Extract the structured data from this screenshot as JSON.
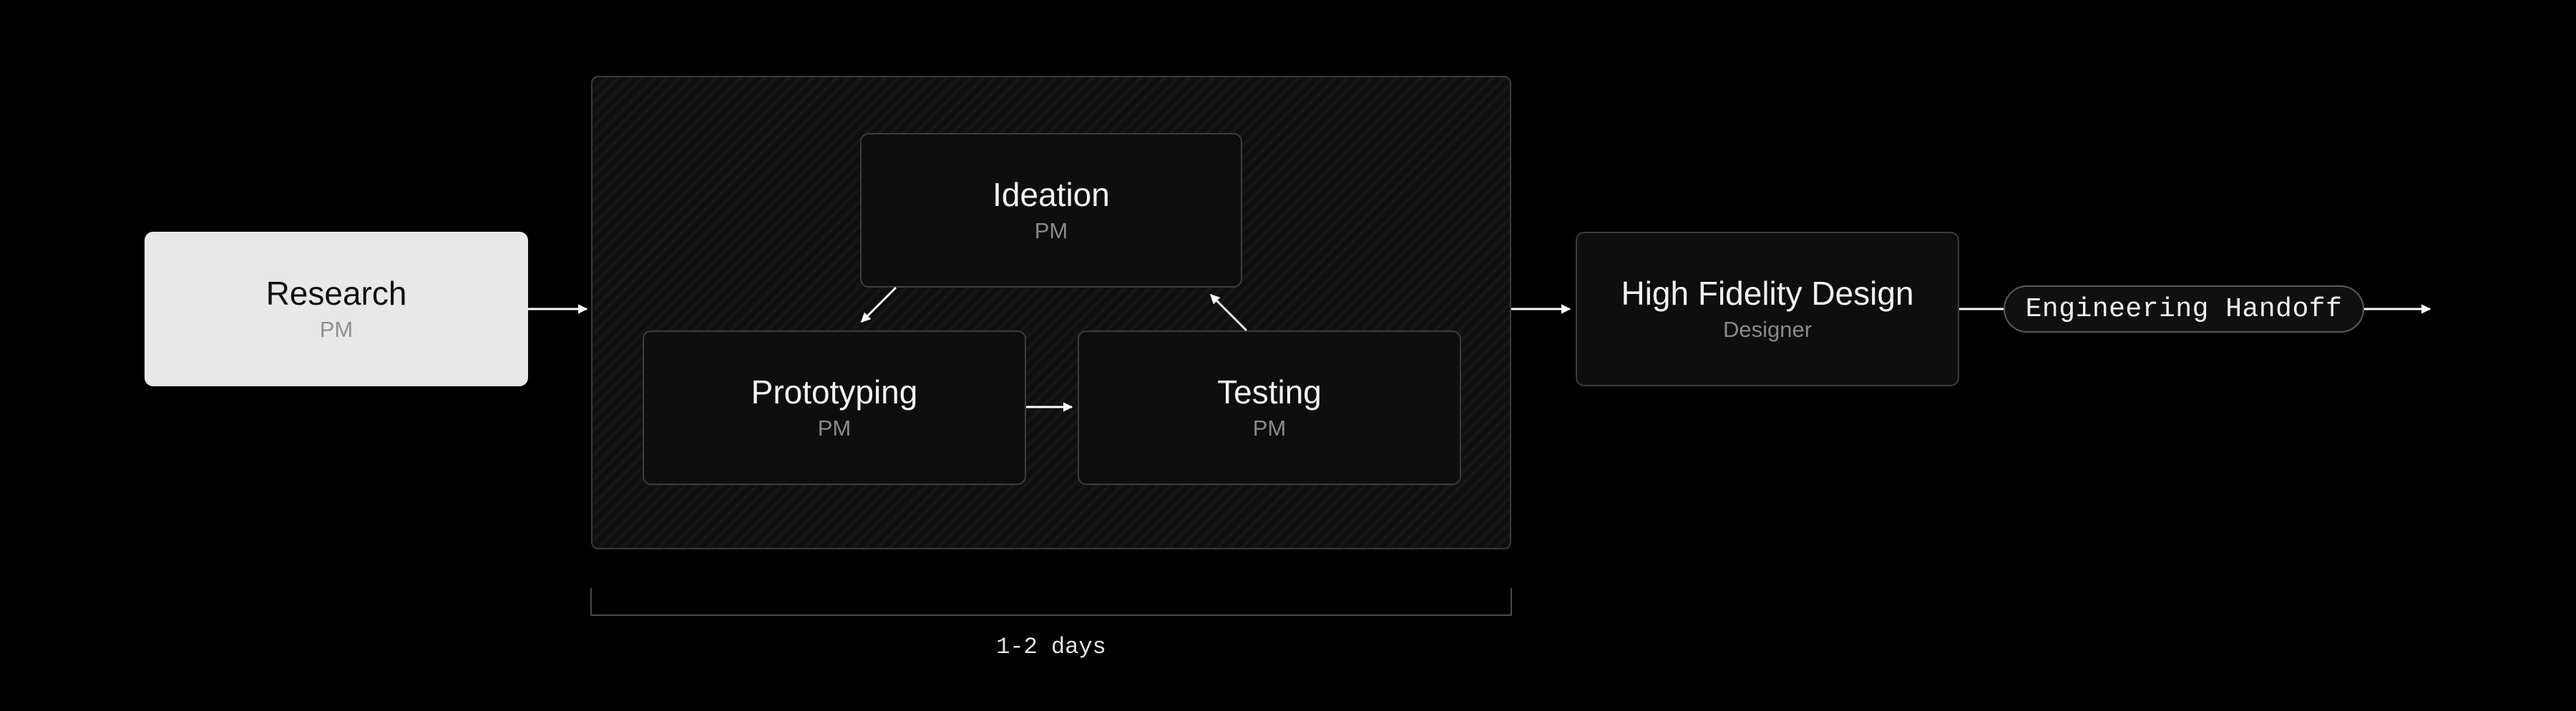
{
  "nodes": {
    "research": {
      "title": "Research",
      "role": "PM"
    },
    "ideation": {
      "title": "Ideation",
      "role": "PM"
    },
    "prototyping": {
      "title": "Prototyping",
      "role": "PM"
    },
    "testing": {
      "title": "Testing",
      "role": "PM"
    },
    "high_fidelity": {
      "title": "High Fidelity Design",
      "role": "Designer"
    }
  },
  "handoff_label": "Engineering Handoff",
  "duration_label": "1-2 days",
  "colors": {
    "background": "#000000",
    "node_dark": "#0e0e0e",
    "node_light": "#e8e8e8",
    "border": "#3d3d3d",
    "text_primary": "#f2f2f2",
    "text_secondary": "#8a8a8a",
    "arrow": "#ffffff"
  },
  "edges": [
    {
      "from": "Research",
      "to": "Iteration group"
    },
    {
      "from": "Ideation",
      "to": "Prototyping"
    },
    {
      "from": "Prototyping",
      "to": "Testing"
    },
    {
      "from": "Testing",
      "to": "Ideation"
    },
    {
      "from": "Iteration group",
      "to": "High Fidelity Design"
    },
    {
      "from": "High Fidelity Design",
      "to": "Engineering Handoff"
    },
    {
      "from": "Engineering Handoff",
      "to": "output"
    }
  ]
}
